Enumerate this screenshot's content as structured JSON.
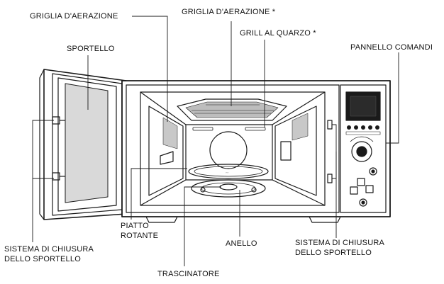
{
  "labels": {
    "vent_grille_left": "GRIGLIA D'AERAZIONE",
    "vent_grille_top": "GRIGLIA D'AERAZIONE *",
    "quartz_grill": "GRILL AL QUARZO *",
    "door": "SPORTELLO",
    "control_panel": "PANNELLO COMANDI",
    "door_lock_left": [
      "SISTEMA DI CHIUSURA",
      "DELLO SPORTELLO"
    ],
    "turntable": [
      "PIATTO",
      "ROTANTE"
    ],
    "ring": "ANELLO",
    "door_lock_right": [
      "SISTEMA DI CHIUSURA",
      "DELLO SPORTELLO"
    ],
    "coupler": "TRASCINATORE"
  },
  "colors": {
    "line": "#1a1a1a",
    "door_glass": "#d9d9d9",
    "display": "#1a1a1a"
  }
}
